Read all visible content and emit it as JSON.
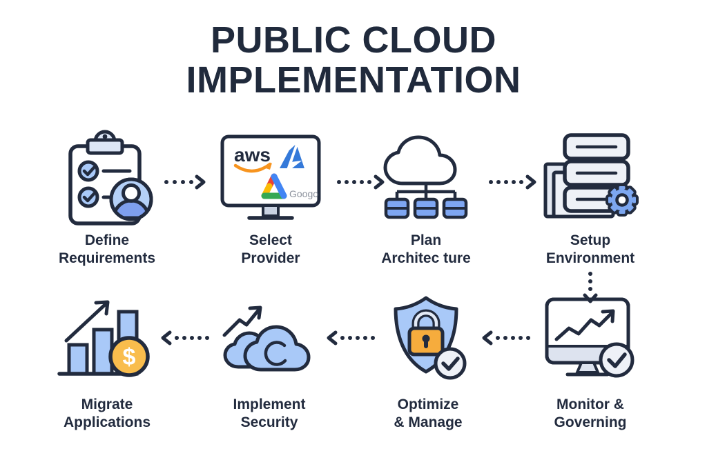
{
  "title": {
    "line1": "PUBLIC CLOUD",
    "line2": "IMPLEMENTATION"
  },
  "providers": {
    "aws_label": "aws",
    "google_label": "Googo"
  },
  "symbols": {
    "dollar": "$"
  },
  "steps": [
    {
      "id": "define-requirements",
      "icon": "clipboard-checklist-user-icon",
      "label_line1": "Define",
      "label_line2": "Requirements"
    },
    {
      "id": "select-provider",
      "icon": "monitor-cloud-providers-icon",
      "label_line1": "Select",
      "label_line2": "Provider"
    },
    {
      "id": "plan-architecture",
      "icon": "cloud-network-icon",
      "label_line1": "Plan",
      "label_line2": "Architec ture"
    },
    {
      "id": "setup-environment",
      "icon": "server-stack-gear-icon",
      "label_line1": "Setup",
      "label_line2": "Environment"
    },
    {
      "id": "monitor-governing",
      "icon": "monitor-trend-check-icon",
      "label_line1": "Monitor &",
      "label_line2": "Governing"
    },
    {
      "id": "optimize-manage",
      "icon": "shield-lock-check-icon",
      "label_line1": "Optimize",
      "label_line2": "& Manage"
    },
    {
      "id": "implement-security",
      "icon": "clouds-growth-arrow-icon",
      "label_line1": "Implement",
      "label_line2": "Security"
    },
    {
      "id": "migrate-applications",
      "icon": "bar-chart-coin-icon",
      "label_line1": "Migrate",
      "label_line2": "Applications"
    }
  ],
  "flow": {
    "arrows": [
      {
        "from": "define-requirements",
        "to": "select-provider",
        "direction": "right",
        "style": "dotted"
      },
      {
        "from": "select-provider",
        "to": "plan-architecture",
        "direction": "right",
        "style": "dotted"
      },
      {
        "from": "plan-architecture",
        "to": "setup-environment",
        "direction": "right",
        "style": "dotted"
      },
      {
        "from": "setup-environment",
        "to": "monitor-governing",
        "direction": "down",
        "style": "dotted"
      },
      {
        "from": "monitor-governing",
        "to": "optimize-manage",
        "direction": "left",
        "style": "dotted"
      },
      {
        "from": "optimize-manage",
        "to": "implement-security",
        "direction": "left",
        "style": "dotted"
      },
      {
        "from": "implement-security",
        "to": "migrate-applications",
        "direction": "left",
        "style": "dotted"
      }
    ]
  },
  "colors": {
    "navy_outline_text": "#222b3e",
    "title_navy": "#202a3c",
    "light_blue_fill": "#a9c9f8",
    "medium_blue_fill": "#7e9fee",
    "gear_blue": "#7da7f0",
    "gray_panel": "#e3e8f1",
    "light_gray_fill": "#eef1f7",
    "lock_orange": "#f6ac3d",
    "coin_orange": "#f9bd4d",
    "aws_smile_orange": "#f7941f",
    "azure_blue": "#3479d9",
    "google_red": "#ea4335",
    "google_yellow": "#fbbc05",
    "google_green": "#34a853",
    "google_blue": "#4285f4"
  }
}
